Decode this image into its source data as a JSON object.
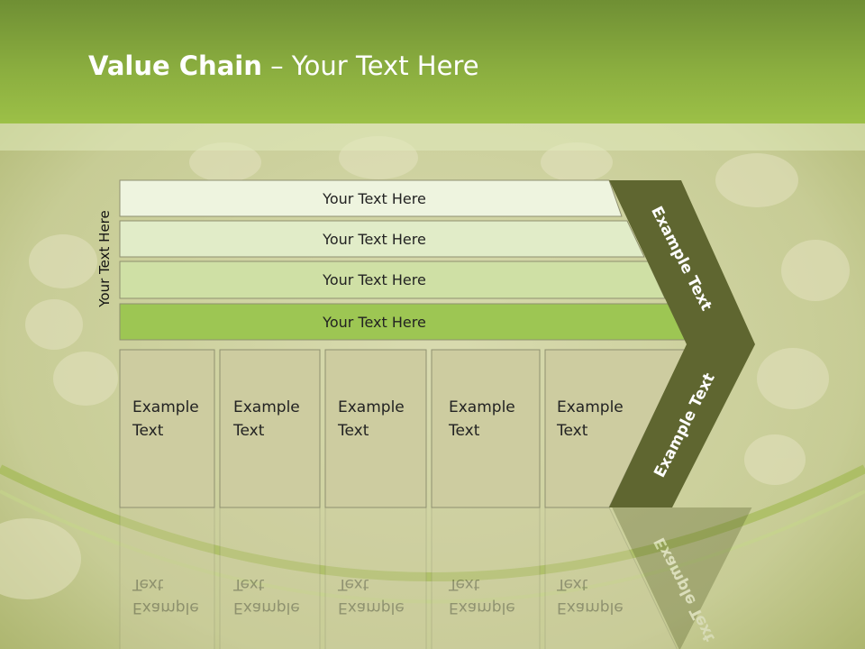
{
  "slide": {
    "title_bold": "Value Chain",
    "title_rest": " – Your Text Here",
    "side_label": "Your Text Here"
  },
  "rows": [
    {
      "label": "Your Text Here",
      "color": "#eef4df"
    },
    {
      "label": "Your Text Here",
      "color": "#e1ecc8"
    },
    {
      "label": "Your Text Here",
      "color": "#cfe0a5"
    },
    {
      "label": "Your Text Here",
      "color": "#9dc653"
    }
  ],
  "columns": [
    {
      "line1": "Example",
      "line2": "Text"
    },
    {
      "line1": "Example",
      "line2": "Text"
    },
    {
      "line1": "Example",
      "line2": "Text"
    },
    {
      "line1": "Example",
      "line2": "Text"
    },
    {
      "line1": "Example",
      "line2": "Text"
    }
  ],
  "chevron": {
    "upper_label": "Example Text",
    "lower_label": "Example Text",
    "color": "#5f6630"
  },
  "colors": {
    "header": "#8aad3f",
    "column_fill": "#cdcca0",
    "column_border": "#8f9070"
  }
}
